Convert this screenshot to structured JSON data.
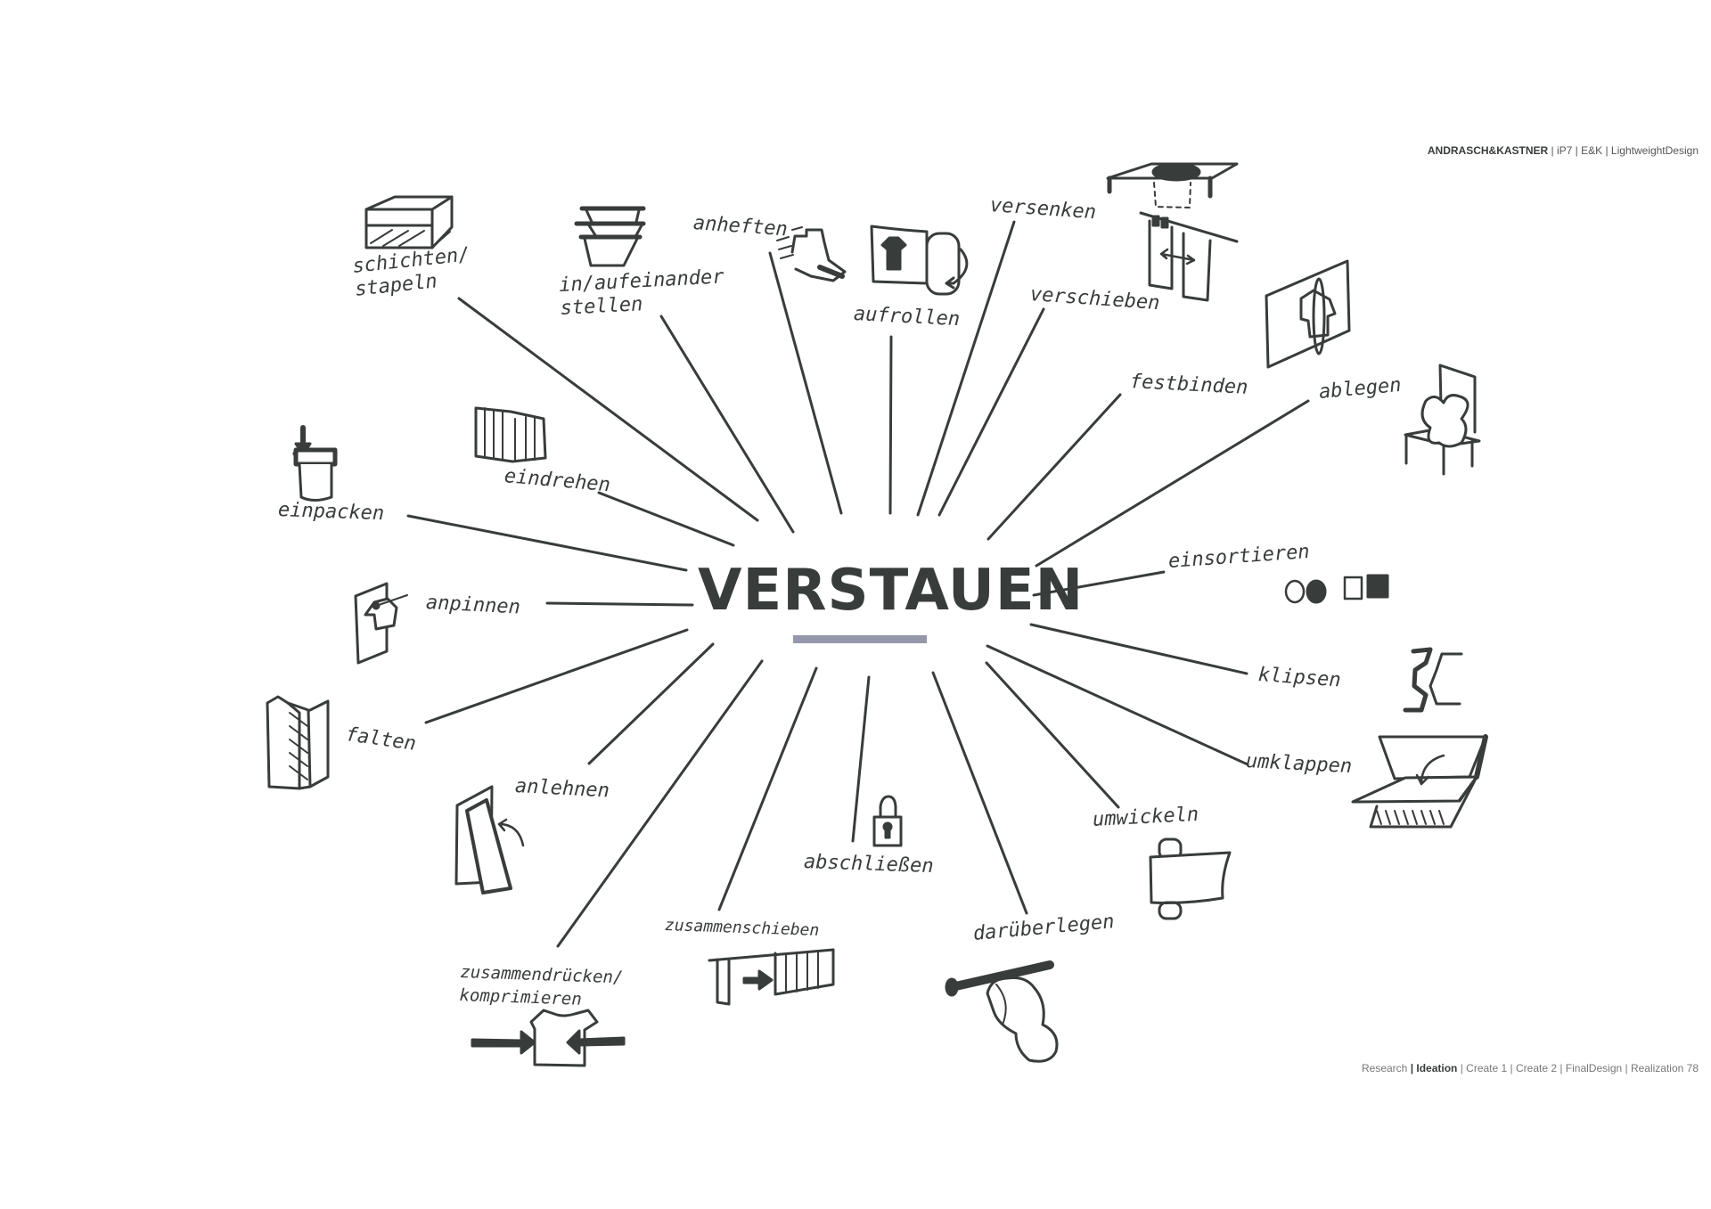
{
  "header": {
    "brand": "ANDRASCH&KASTNER",
    "rest": " | iP7 | E&K | LightweightDesign"
  },
  "footer": {
    "research": "Research ",
    "ideation": "| Ideation",
    "rest": " | Create 1 | Create 2 | FinalDesign | Realization 78"
  },
  "center": {
    "title": "VERSTAUEN",
    "underline_color": "#9498aa"
  },
  "colors": {
    "ink": "#383c3b",
    "background": "#ffffff"
  },
  "nodes": [
    {
      "label": "schichten/\nstapeln",
      "icon": "stacked-boxes-icon"
    },
    {
      "label": "in/aufeinander\nstellen",
      "icon": "nested-bowls-icon"
    },
    {
      "label": "anheften",
      "icon": "pinned-fabric-icon"
    },
    {
      "label": "aufrollen",
      "icon": "rolled-banner-icon"
    },
    {
      "label": "versenken",
      "icon": "sunk-table-icon"
    },
    {
      "label": "verschieben",
      "icon": "sliding-panels-icon"
    },
    {
      "label": "festbinden",
      "icon": "tied-shirt-icon"
    },
    {
      "label": "ablegen",
      "icon": "chair-cloth-icon"
    },
    {
      "label": "einsortieren",
      "icon": "shapes-sorting-icon"
    },
    {
      "label": "klipsen",
      "icon": "clip-icon"
    },
    {
      "label": "umklappen",
      "icon": "fold-over-icon"
    },
    {
      "label": "umwickeln",
      "icon": "wrapped-roll-icon"
    },
    {
      "label": "darüberlegen",
      "icon": "cloth-over-rod-icon"
    },
    {
      "label": "abschließen",
      "icon": "padlock-icon"
    },
    {
      "label": "zusammenschieben",
      "icon": "push-together-icon"
    },
    {
      "label": "zusammendrücken/\nkomprimieren",
      "icon": "compress-shirt-icon"
    },
    {
      "label": "anlehnen",
      "icon": "leaning-board-icon"
    },
    {
      "label": "falten",
      "icon": "folded-screen-icon"
    },
    {
      "label": "anpinnen",
      "icon": "pinned-shirt-icon"
    },
    {
      "label": "einpacken",
      "icon": "jar-pack-icon"
    },
    {
      "label": "eindrehen",
      "icon": "rolled-sheet-icon"
    }
  ]
}
